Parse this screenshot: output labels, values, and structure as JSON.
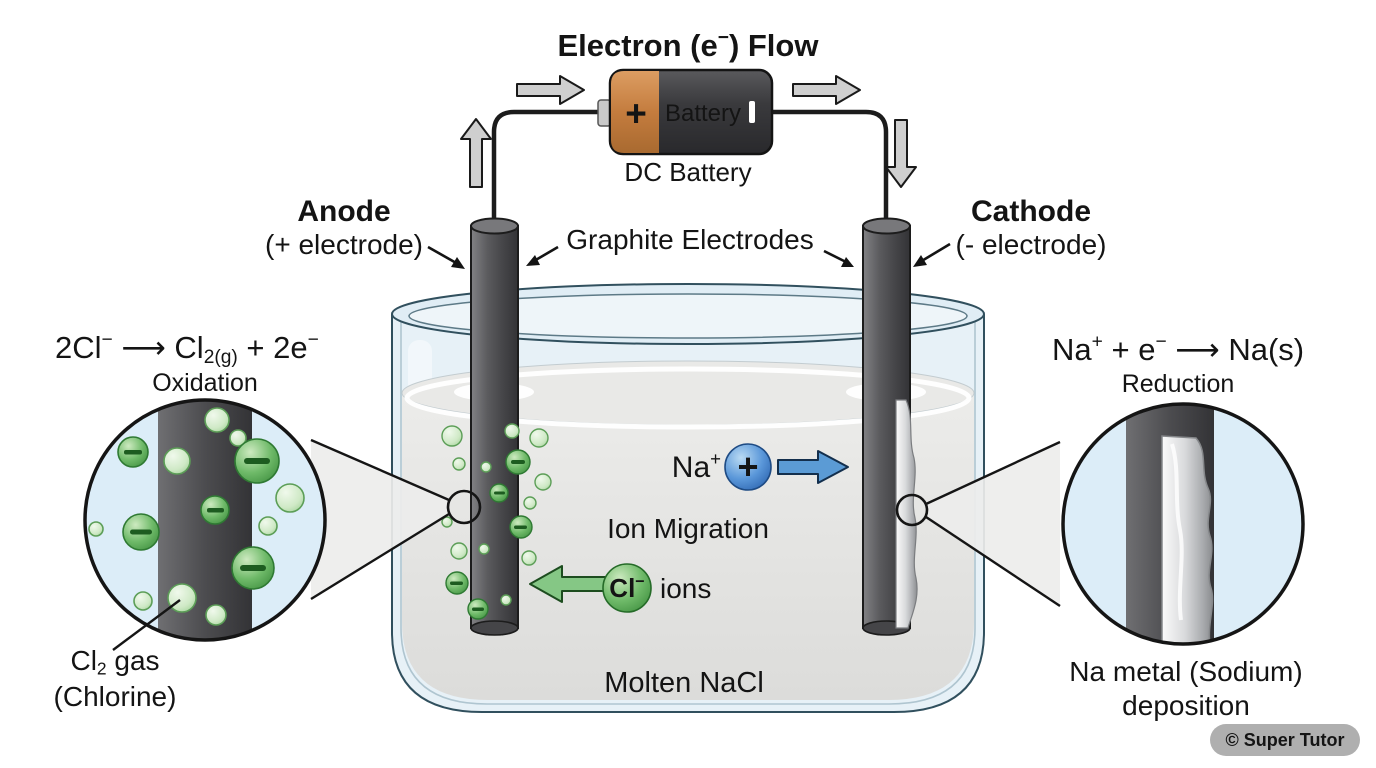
{
  "title": {
    "segments": [
      {
        "t": "Electron (e"
      },
      {
        "t": "−",
        "s": "sup"
      },
      {
        "t": ") Flow"
      }
    ]
  },
  "circuit": {
    "battery_label": "Battery",
    "battery_positive_sign": "+",
    "battery_caption": "DC Battery"
  },
  "electrode_labels": {
    "anode_title": "Anode",
    "anode_subtitle": "(+ electrode)",
    "cathode_title": "Cathode",
    "cathode_subtitle": "(- electrode)",
    "shared_label": "Graphite Electrodes"
  },
  "anode_reaction": {
    "equation_segments": [
      {
        "t": "2Cl"
      },
      {
        "t": "−",
        "s": "sup"
      },
      {
        "t": " ⟶ Cl"
      },
      {
        "t": "2(g)",
        "s": "sub"
      },
      {
        "t": " + 2e"
      },
      {
        "t": "−",
        "s": "sup"
      }
    ],
    "type_label": "Oxidation"
  },
  "cathode_reaction": {
    "equation_segments": [
      {
        "t": "Na"
      },
      {
        "t": "+",
        "s": "sup"
      },
      {
        "t": " + e"
      },
      {
        "t": "−",
        "s": "sup"
      },
      {
        "t": " ⟶ Na(s)"
      }
    ],
    "type_label": "Reduction"
  },
  "ion_migration": {
    "label": "Ion Migration",
    "sodium_ion_segments": [
      {
        "t": "Na"
      },
      {
        "t": "+",
        "s": "sup"
      }
    ],
    "sodium_ion_symbol": "+",
    "chloride_ion_segments": [
      {
        "t": "Cl"
      },
      {
        "t": "−",
        "s": "sup"
      }
    ],
    "chloride_suffix": "ions"
  },
  "solution_label": "Molten NaCl",
  "products": {
    "chlorine_line1_segments": [
      {
        "t": "Cl"
      },
      {
        "t": "2",
        "s": "sub"
      },
      {
        "t": " gas"
      }
    ],
    "chlorine_line2": "(Chlorine)",
    "sodium_line1": "Na metal (Sodium)",
    "sodium_line2": "deposition"
  },
  "watermark": "© Super Tutor",
  "colors": {
    "battery_orange": "#c0763a",
    "battery_body": "#37373a",
    "electrode_gray": "#4a4a4c",
    "electron_arrow_gray": "#cfcfcf",
    "glass_blue": "#dcebf3",
    "molten_salt_gray": "#e7e7e5",
    "chloride_green": "#5cb85c",
    "sodium_ion_blue": "#3d7cc9",
    "sodium_metal_silver": "#c9cbcd",
    "magnifier_bg_blue": "#ddeef8",
    "watermark_gray": "#a8a8a8"
  }
}
